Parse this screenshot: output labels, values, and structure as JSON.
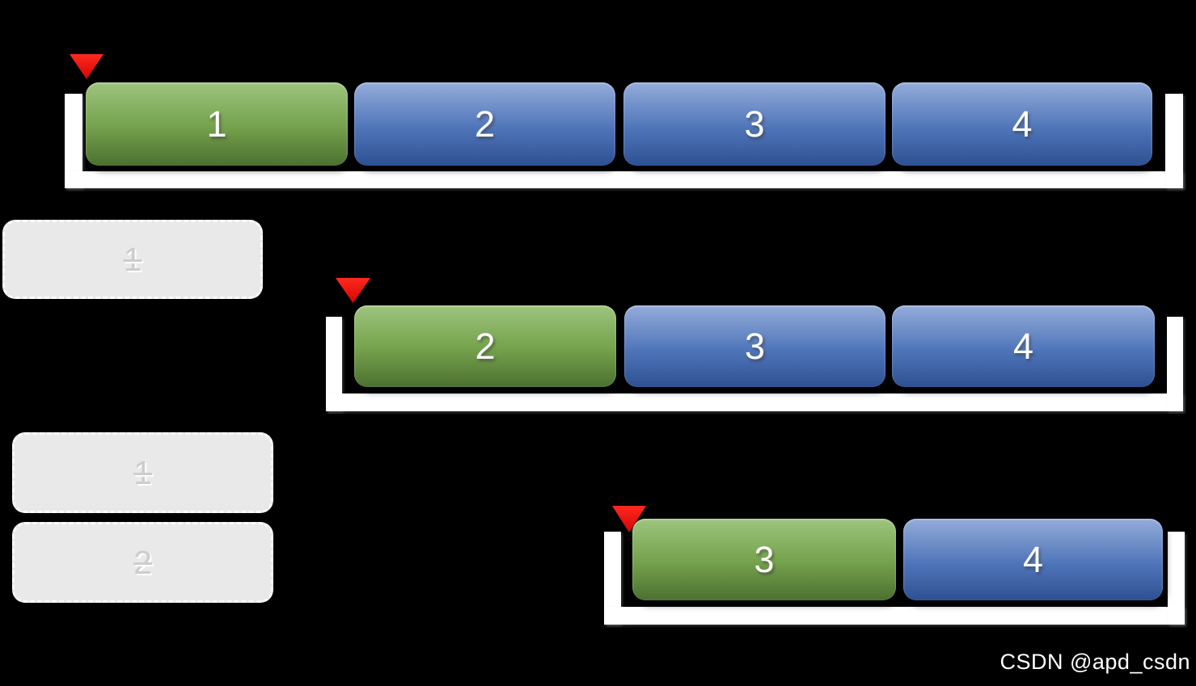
{
  "steps": [
    {
      "removed": [],
      "queue": [
        {
          "label": "1",
          "state": "front"
        },
        {
          "label": "2",
          "state": "waiting"
        },
        {
          "label": "3",
          "state": "waiting"
        },
        {
          "label": "4",
          "state": "waiting"
        }
      ]
    },
    {
      "removed": [
        {
          "label": "1"
        }
      ],
      "queue": [
        {
          "label": "2",
          "state": "front"
        },
        {
          "label": "3",
          "state": "waiting"
        },
        {
          "label": "4",
          "state": "waiting"
        }
      ]
    },
    {
      "removed": [
        {
          "label": "1"
        },
        {
          "label": "2"
        }
      ],
      "queue": [
        {
          "label": "3",
          "state": "front"
        },
        {
          "label": "4",
          "state": "waiting"
        }
      ]
    }
  ],
  "icons": {
    "front_pointer": "▼"
  },
  "watermark": {
    "text": "CSDN @apd_csdn"
  },
  "colors": {
    "bg": "#000000",
    "item-front-top": "#9dc47e",
    "item-front-mid": "#76a34d",
    "item-front-bottom": "#4c7030",
    "item-top": "#94acda",
    "item-mid": "#4f75b9",
    "item-bottom": "#2e5092",
    "removed-bg": "#e9e9e9",
    "removed-border": "#fbfbfb",
    "removed-text": "#cdcdcd",
    "bracket": "#ffffff",
    "pointer": "#d40404",
    "pointer-light": "#ff2a1e",
    "number-text": "#ffffff",
    "watermark-text": "#ffffff"
  }
}
